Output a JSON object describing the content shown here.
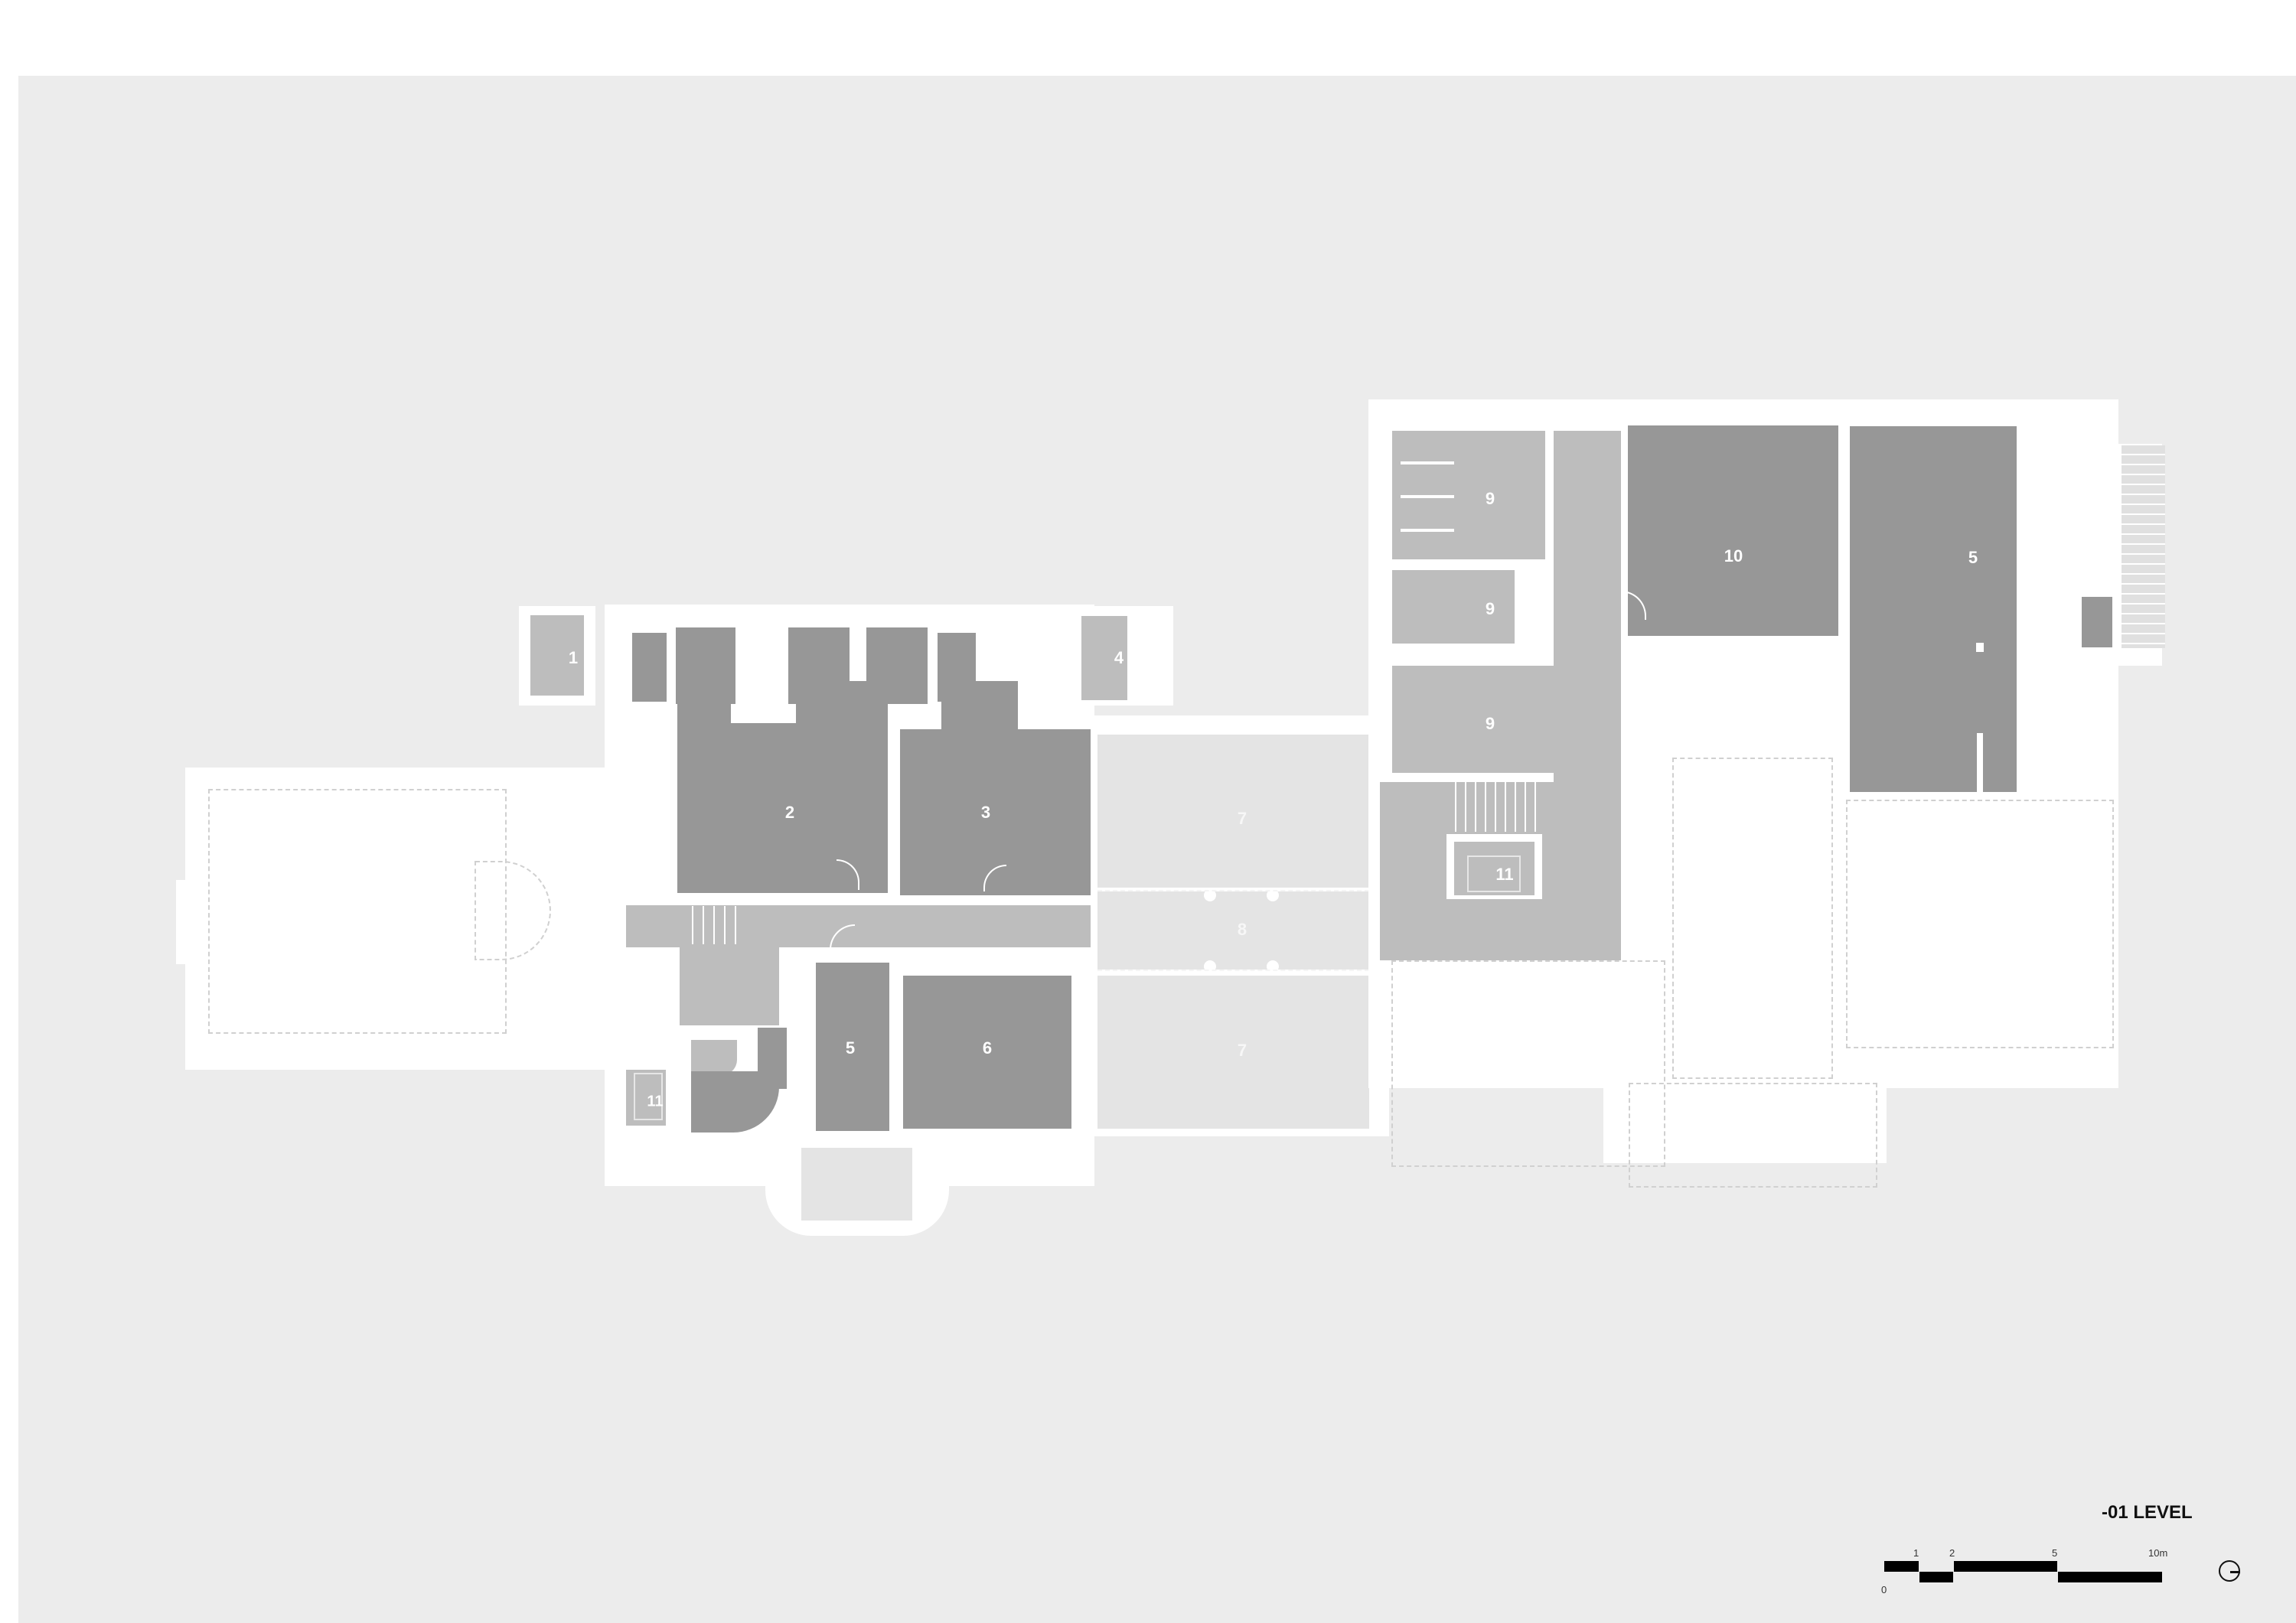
{
  "plan": {
    "title": "-01 LEVEL",
    "rooms": [
      {
        "id": "1",
        "label": "1",
        "tone": "mid"
      },
      {
        "id": "2",
        "label": "2",
        "tone": "dark"
      },
      {
        "id": "3",
        "label": "3",
        "tone": "dark"
      },
      {
        "id": "4",
        "label": "4",
        "tone": "mid"
      },
      {
        "id": "5a",
        "label": "5",
        "tone": "dark"
      },
      {
        "id": "6",
        "label": "6",
        "tone": "dark"
      },
      {
        "id": "7a",
        "label": "7",
        "tone": "pale"
      },
      {
        "id": "8",
        "label": "8",
        "tone": "pale"
      },
      {
        "id": "7b",
        "label": "7",
        "tone": "pale"
      },
      {
        "id": "9a",
        "label": "9",
        "tone": "mid"
      },
      {
        "id": "9b",
        "label": "9",
        "tone": "mid"
      },
      {
        "id": "9c",
        "label": "9",
        "tone": "mid"
      },
      {
        "id": "10",
        "label": "10",
        "tone": "dark"
      },
      {
        "id": "5b",
        "label": "5",
        "tone": "dark"
      },
      {
        "id": "11a",
        "label": "11",
        "tone": "mid"
      },
      {
        "id": "11b",
        "label": "11",
        "tone": "mid"
      }
    ],
    "colors": {
      "background": "#ececec",
      "walls": "#ffffff",
      "dark_rooms": "#979797",
      "mid_rooms": "#bdbdbd",
      "pale_rooms": "#e4e4e4"
    }
  },
  "scale_bar": {
    "ticks": [
      "0",
      "1",
      "2",
      "5",
      "10m"
    ]
  },
  "north_arrow": {
    "icon": "north-arrow-icon"
  }
}
